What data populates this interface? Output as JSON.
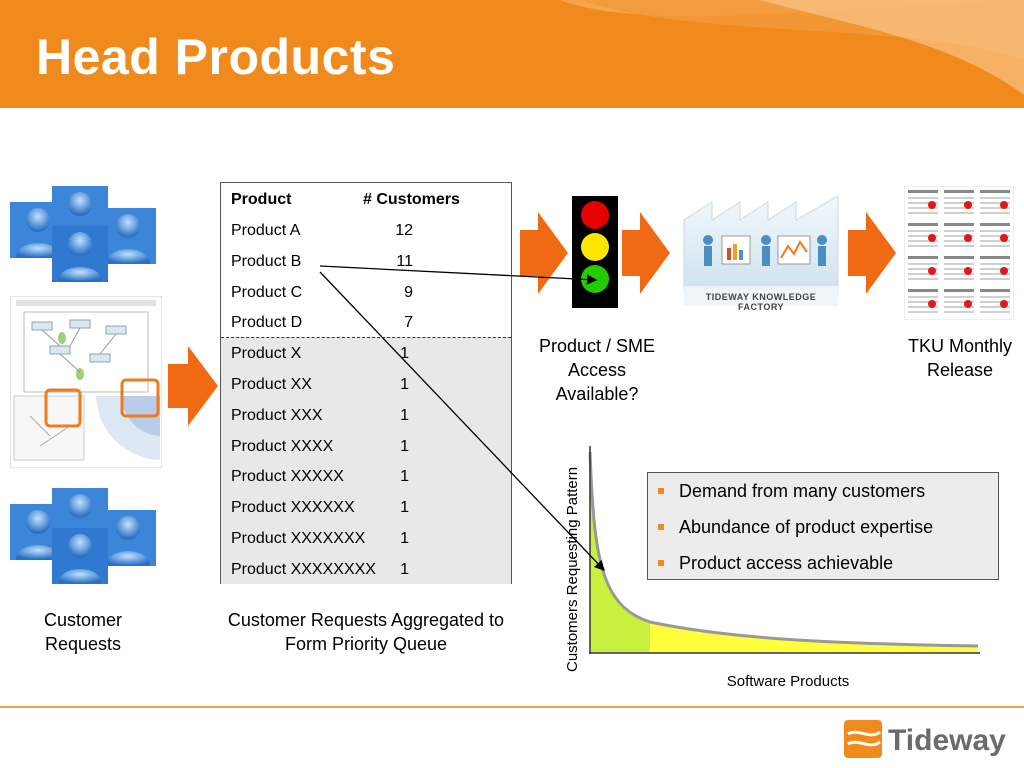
{
  "slide": {
    "title": "Head Products",
    "brand_color": "#f08a1c"
  },
  "captions": {
    "customer_requests": "Customer Requests",
    "aggregated": "Customer Requests Aggregated to Form Priority Queue",
    "sme_access": "Product / SME Access Available?",
    "tku_release": "TKU Monthly Release",
    "factory_label": "TIDEWAY KNOWLEDGE FACTORY"
  },
  "table": {
    "headers": [
      "Product",
      "# Customers"
    ],
    "head_rows": [
      {
        "product": "Product A",
        "customers": "12"
      },
      {
        "product": "Product B",
        "customers": "11"
      },
      {
        "product": "Product C",
        "customers": "9"
      },
      {
        "product": "Product D",
        "customers": "7"
      }
    ],
    "tail_rows": [
      {
        "product": "Product X",
        "customers": "1"
      },
      {
        "product": "Product XX",
        "customers": "1"
      },
      {
        "product": "Product XXX",
        "customers": "1"
      },
      {
        "product": "Product XXXX",
        "customers": "1"
      },
      {
        "product": "Product XXXXX",
        "customers": "1"
      },
      {
        "product": "Product XXXXXX",
        "customers": "1"
      },
      {
        "product": "Product XXXXXXX",
        "customers": "1"
      },
      {
        "product": "Product XXXXXXXX",
        "customers": "1"
      }
    ]
  },
  "chart": {
    "ylabel": "Customers Requesting Pattern",
    "xlabel": "Software Products",
    "head_color": "#c8f03c",
    "tail_color": "#ffff3c"
  },
  "bullets": [
    "Demand from many customers",
    "Abundance of product expertise",
    "Product access achievable"
  ],
  "traffic_light": {
    "colors": [
      "#e60000",
      "#ffe600",
      "#22cc00"
    ]
  },
  "logo": {
    "text": "Tideway"
  }
}
